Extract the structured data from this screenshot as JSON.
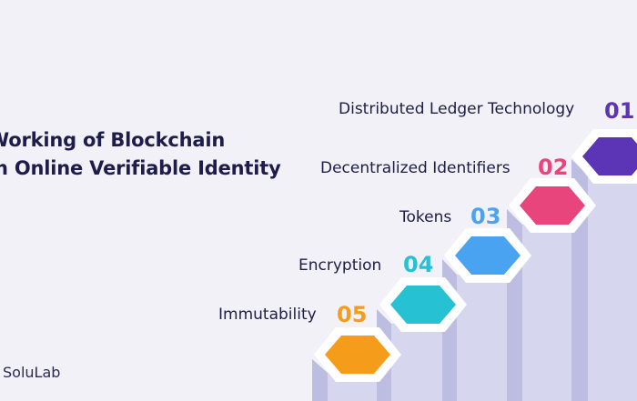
{
  "title": {
    "line1": "Working of Blockchain",
    "line2": "in Online Verifiable Identity"
  },
  "brand": "SoluLab",
  "steps": [
    {
      "label": "Distributed Ledger Technology",
      "number": "01",
      "color": "#5b35b5"
    },
    {
      "label": "Decentralized Identifiers",
      "number": "02",
      "color": "#e8457d"
    },
    {
      "label": "Tokens",
      "number": "03",
      "color": "#4aa3f0"
    },
    {
      "label": "Encryption",
      "number": "04",
      "color": "#27c1d4"
    },
    {
      "label": "Immutability",
      "number": "05",
      "color": "#f59d1a"
    }
  ]
}
